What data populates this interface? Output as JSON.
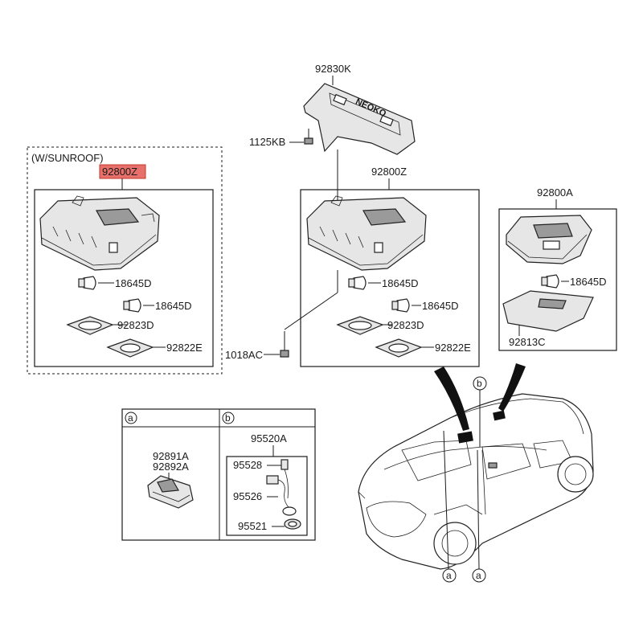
{
  "labels": {
    "bracket": "92830K",
    "bolt_top": "1125KB",
    "sunroof_title": "(W/SUNROOF)",
    "lamp_left": "92800Z",
    "lamp_center": "92800Z",
    "lamp_right": "92800A",
    "bulb_l1": "18645D",
    "bulb_l2": "18645D",
    "cover_l": "92823D",
    "pad_l": "92822E",
    "bulb_c1": "18645D",
    "bulb_c2": "18645D",
    "cover_c": "92823D",
    "pad_c": "92822E",
    "bolt_side": "1018AC",
    "bulb_r": "18645D",
    "lens_r": "92813C",
    "tab_a": "a",
    "tab_b": "b",
    "part_a1": "92891A",
    "part_a2": "92892A",
    "harness": "95520A",
    "h1": "95528",
    "h2": "95526",
    "h3": "95521",
    "callout_b_top": "b",
    "callout_a1": "a",
    "callout_a2": "a",
    "bracket_stamp": "NEOKO"
  },
  "colors": {
    "highlight": "#e8706b"
  }
}
